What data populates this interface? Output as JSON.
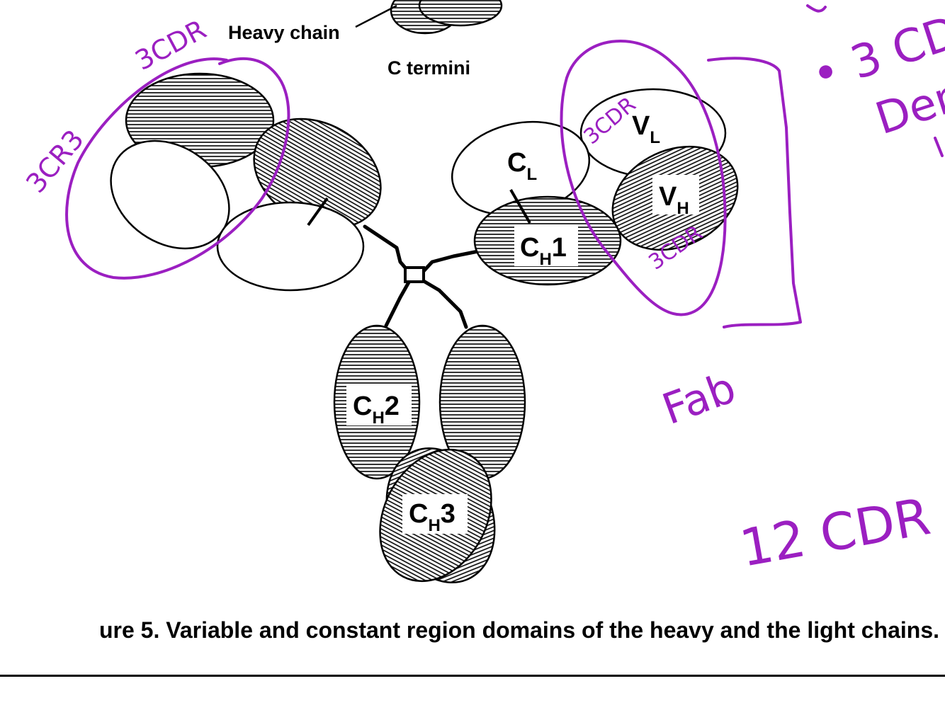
{
  "colors": {
    "ink": "#9b1fc1",
    "line": "#000000",
    "background": "#ffffff"
  },
  "labels": {
    "heavy_chain": "Heavy chain",
    "c_termini": "C termini",
    "cl": {
      "main": "C",
      "sub": "L"
    },
    "vl": {
      "main": "V",
      "sub": "L"
    },
    "vh": {
      "main": "V",
      "sub": "H"
    },
    "ch1": {
      "main": "C",
      "sub": "H",
      "suffix": "1"
    },
    "ch2": {
      "main": "C",
      "sub": "H",
      "suffix": "2"
    },
    "ch3": {
      "main": "C",
      "sub": "H",
      "suffix": "3"
    }
  },
  "caption": "ure 5.  Variable and constant region domains of the heavy and the light chains.",
  "annotations": {
    "left_top": "3CDR",
    "left_side": "3CR3",
    "right_top": "3CDR",
    "right_bottom": "3CDR",
    "fab": "Fab",
    "total": "12 CDR",
    "corner": "• 3 CD",
    "corner2": "Dem"
  }
}
